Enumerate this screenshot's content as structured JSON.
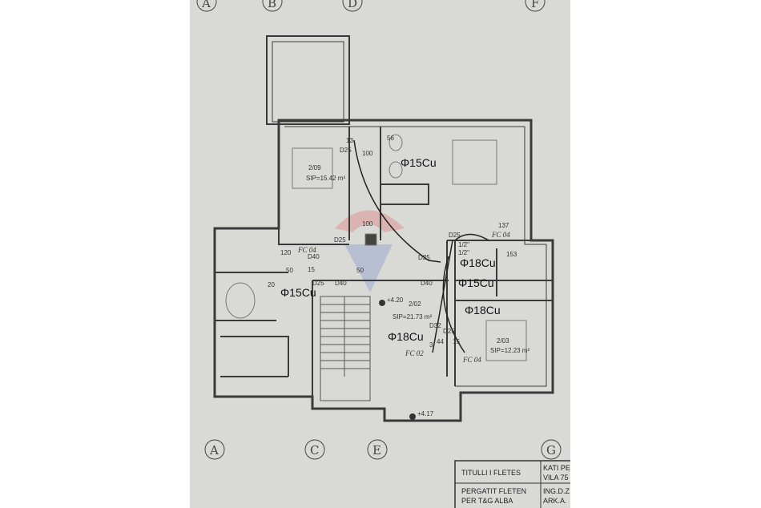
{
  "grid_labels_top": [
    "A",
    "B",
    "D",
    "F"
  ],
  "grid_labels_bottom": [
    "A",
    "C",
    "E",
    "G"
  ],
  "rooms": [
    {
      "code": "2/09",
      "area": "SIP=15.42 m²"
    },
    {
      "code": "2/02",
      "area": "SIP=21.73 m²"
    },
    {
      "code": "2/03",
      "area": "SIP=12.23 m²"
    }
  ],
  "pipes": [
    "Φ15Cu",
    "Φ15Cu",
    "Φ18Cu",
    "Φ15Cu",
    "Φ18Cu",
    "Φ18Cu"
  ],
  "dimensions": [
    "13",
    "100",
    "100",
    "137",
    "153",
    "D25",
    "D25",
    "D25",
    "D25",
    "D25",
    "D40",
    "D40",
    "D40",
    "D32",
    "D25",
    "44",
    "15",
    "3",
    "1/2\"",
    "1/2\"",
    "56",
    "50",
    "50",
    "15",
    "120",
    "20"
  ],
  "fan_coils": [
    "FC 04",
    "FC 04",
    "FC 04",
    "FC 02"
  ],
  "levels": [
    "+4.20",
    "+4.17"
  ],
  "title_block": {
    "title_label": "TITULLI I FLETES",
    "title_value_1": "KATI PE",
    "title_value_2": "VILA 75",
    "prepared_label_1": "PERGATIT FLETEN",
    "prepared_label_2": "PER T&G ALBA",
    "prepared_value_1": "ING.D.Z",
    "prepared_value_2": "ARK.A."
  },
  "colors": {
    "paper": "#d9dad6",
    "ink": "#2a2a2a",
    "pipe": "#222222",
    "watermark_red": "#e07070",
    "watermark_blue": "#7f8fd0"
  }
}
